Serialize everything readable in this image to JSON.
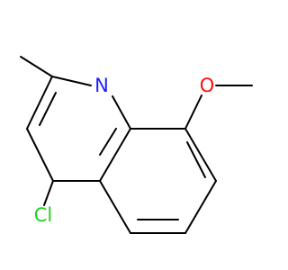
{
  "structure": {
    "atoms": {
      "nitrogen": {
        "symbol": "N",
        "color": "#2020ff"
      },
      "oxygen": {
        "symbol": "O",
        "color": "#ff0d0d"
      },
      "chlorine": {
        "symbol": "Cl",
        "color": "#1fd01f"
      }
    },
    "bond_color": "#000000",
    "background_color": "#ffffff"
  }
}
